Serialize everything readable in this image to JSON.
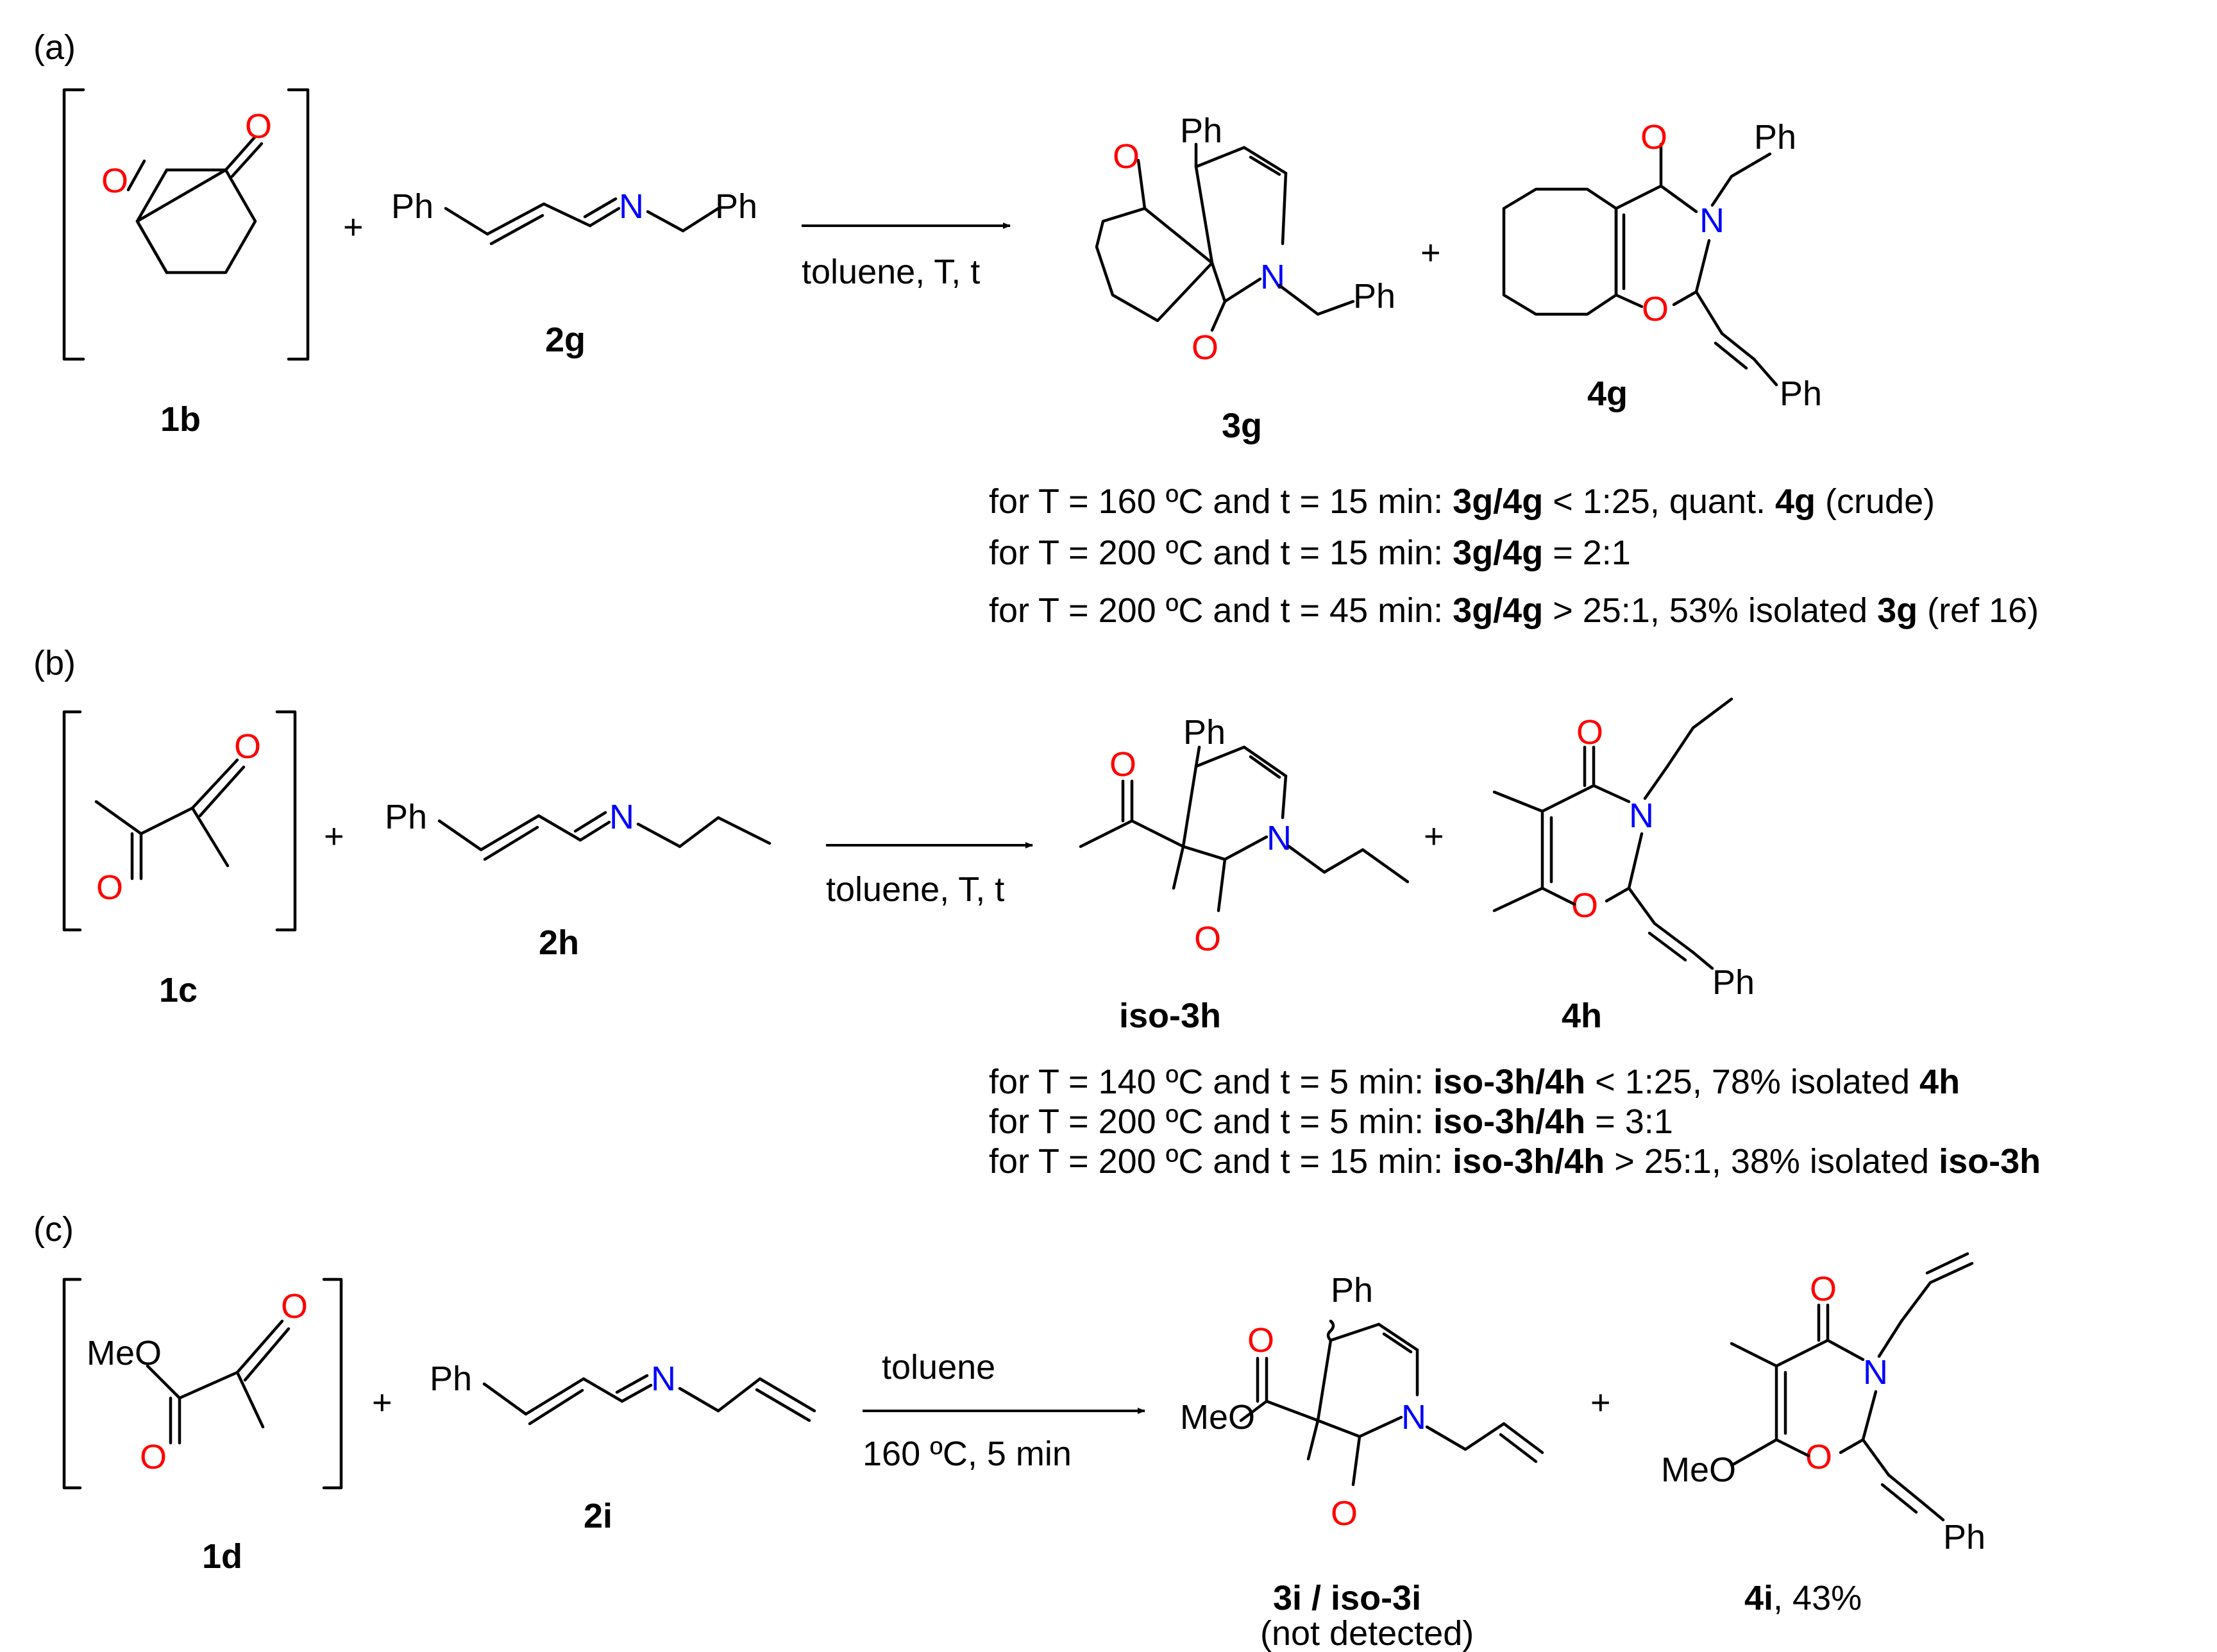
{
  "colors": {
    "oxygen": "#ff0000",
    "nitrogen": "#0000ff",
    "bond": "#000000"
  },
  "atoms": {
    "O": "O",
    "N": "N",
    "Ph": "Ph",
    "MeO": "MeO"
  },
  "plus": "+",
  "panel_a": {
    "tag": "(a)",
    "reagent1_label": "1b",
    "reagent2_label": "2g",
    "conditions": "toluene, T, t",
    "product1_label": "3g",
    "product2_label": "4g",
    "results": [
      [
        {
          "t": "for T = 160 ºC and t = 15 min: ",
          "b": false
        },
        {
          "t": "3g/4g",
          "b": true
        },
        {
          "t": " < 1:25, quant. ",
          "b": false
        },
        {
          "t": "4g",
          "b": true
        },
        {
          "t": " (crude)",
          "b": false
        }
      ],
      [
        {
          "t": "for T = 200 ºC and t = 15 min: ",
          "b": false
        },
        {
          "t": "3g/4g",
          "b": true
        },
        {
          "t": " = 2:1",
          "b": false
        }
      ],
      [
        {
          "t": "for T = 200 ºC and t = 45 min: ",
          "b": false
        },
        {
          "t": "3g/4g",
          "b": true
        },
        {
          "t": " > 25:1, 53% isolated ",
          "b": false
        },
        {
          "t": "3g",
          "b": true
        },
        {
          "t": " (ref 16)",
          "b": false
        }
      ]
    ]
  },
  "panel_b": {
    "tag": "(b)",
    "reagent1_label": "1c",
    "reagent2_label": "2h",
    "conditions": "toluene, T, t",
    "product1_label": "iso-3h",
    "product2_label": "4h",
    "results": [
      [
        {
          "t": "for T = 140 ºC and t = 5 min: ",
          "b": false
        },
        {
          "t": "iso-3h/4h",
          "b": true
        },
        {
          "t": " < 1:25, 78% isolated ",
          "b": false
        },
        {
          "t": "4h",
          "b": true
        }
      ],
      [
        {
          "t": "for T = 200 ºC and t = 5 min: ",
          "b": false
        },
        {
          "t": "iso-3h/4h",
          "b": true
        },
        {
          "t": " = 3:1",
          "b": false
        }
      ],
      [
        {
          "t": "for T = 200 ºC and t = 15 min: ",
          "b": false
        },
        {
          "t": "iso-3h/4h",
          "b": true
        },
        {
          "t": " > 25:1, 38% isolated ",
          "b": false
        },
        {
          "t": "iso-3h",
          "b": true
        }
      ]
    ]
  },
  "panel_c": {
    "tag": "(c)",
    "reagent1_label": "1d",
    "reagent2_label": "2i",
    "conditions_top": "toluene",
    "conditions_bottom": "160 ºC, 5 min",
    "product1_label": "3i / iso-3i",
    "product1_note": "(not detected)",
    "product2_label": "4i",
    "product2_yield": ", 43%"
  }
}
